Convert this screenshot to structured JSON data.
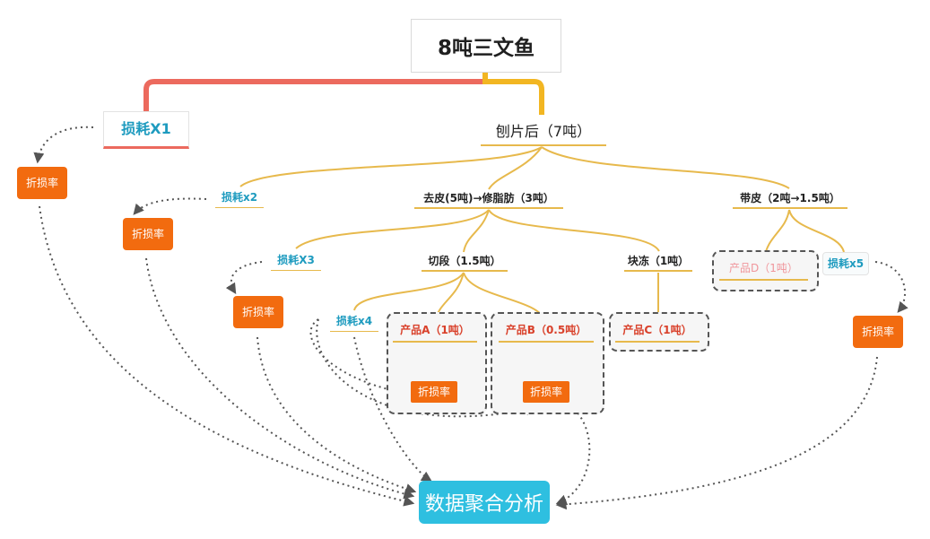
{
  "root": {
    "title": "8吨三文鱼"
  },
  "main_branch": {
    "label": "刨片后（7吨）"
  },
  "loss_root": {
    "label": "损耗X1"
  },
  "branch_skin_off": {
    "label": "去皮(5吨)→修脂肪（3吨）"
  },
  "branch_skin_on": {
    "label": "带皮（2吨→1.5吨）"
  },
  "loss_2": {
    "label": "损耗x2"
  },
  "loss_3": {
    "label": "损耗X3"
  },
  "loss_4": {
    "label": "损耗x4"
  },
  "loss_5": {
    "label": "损耗x5"
  },
  "branch_cut": {
    "label": "切段（1.5吨）"
  },
  "branch_frozen": {
    "label": "块冻（1吨）"
  },
  "products": {
    "a": "产品A（1吨）",
    "b": "产品B（0.5吨）",
    "c": "产品C（1吨）",
    "d": "产品D（1吨）"
  },
  "rate_label": "折损率",
  "analysis": {
    "label": "数据聚合分析"
  },
  "colors": {
    "accent_red": "#ec6a5e",
    "branch_gold": "#e7b94c",
    "loss_blue": "#1e9bbf",
    "rate_orange": "#f26b0f",
    "analysis_blue": "#2ebfe0",
    "product_red": "#d9412b",
    "product_pink": "#f0959b"
  }
}
